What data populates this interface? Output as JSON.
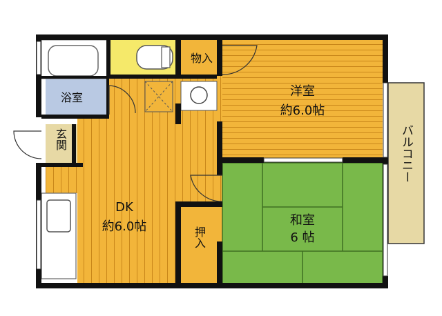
{
  "rooms": {
    "bath": {
      "label": "浴室"
    },
    "storage": {
      "label": "物入"
    },
    "entrance": {
      "label": "玄関"
    },
    "western": {
      "label": "洋室",
      "size": "約6.0帖"
    },
    "dk": {
      "label": "DK",
      "size": "約6.0帖"
    },
    "closet": {
      "label": "押入"
    },
    "japanese": {
      "label": "和室",
      "size": "6 帖"
    },
    "balcony": {
      "label": "バルコニー"
    }
  },
  "colors": {
    "floor_wood": "#f2b53a",
    "floor_wood_lines": "#c9871a",
    "tatami": "#79b94a",
    "tatami_lines": "#3f6f22",
    "bath": "#b9c9e3",
    "toilet": "#f5e96a",
    "balcony": "#e7d9a5",
    "wall": "#111111"
  }
}
